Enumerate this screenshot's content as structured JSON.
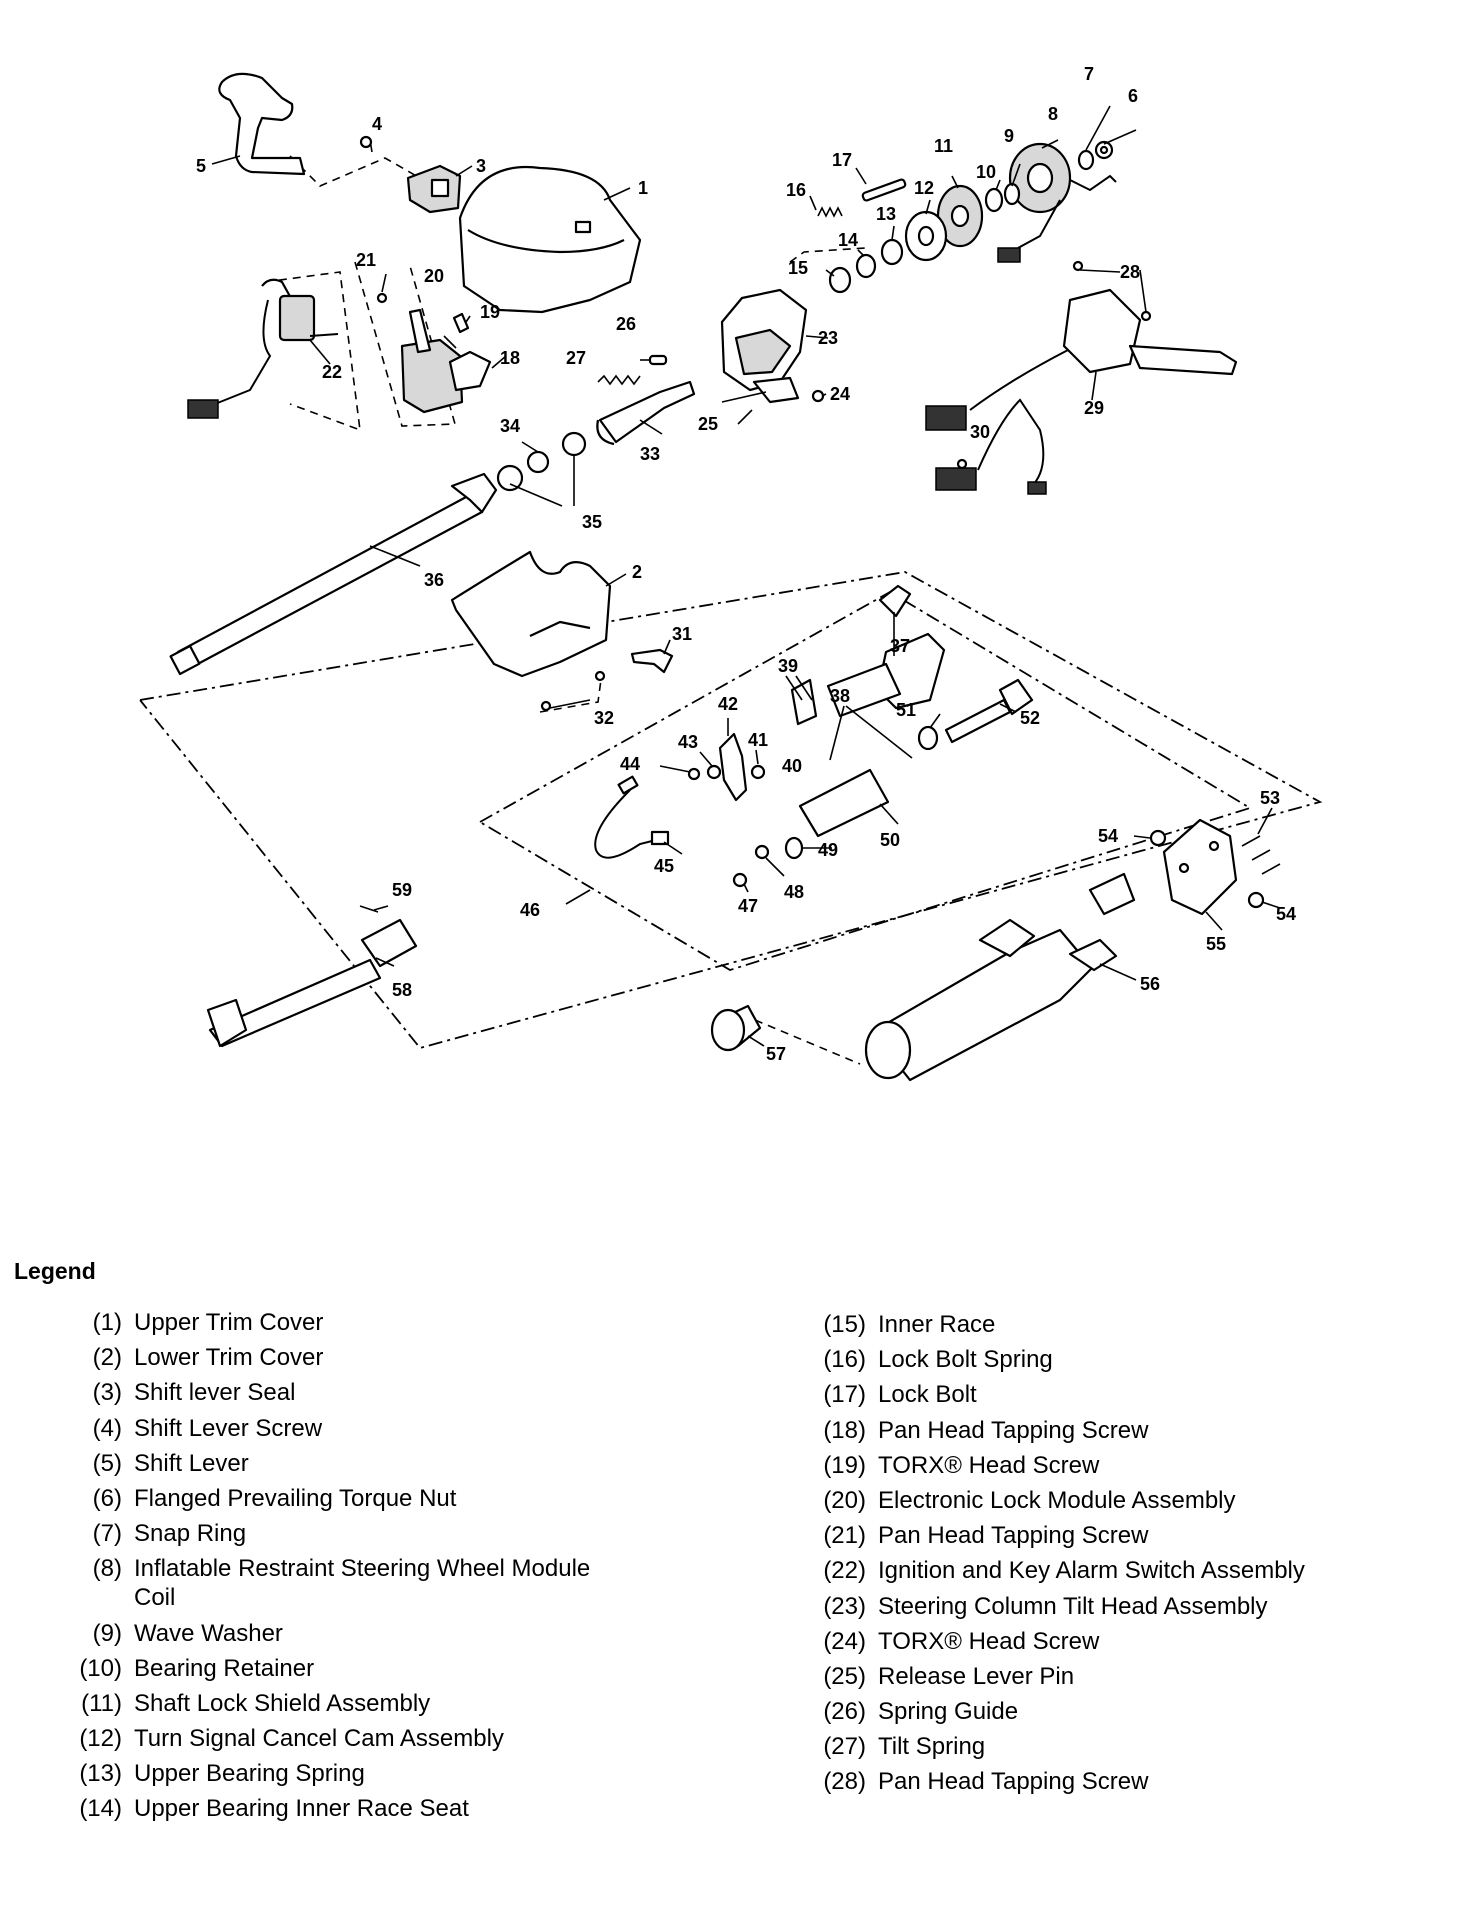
{
  "diagram": {
    "callouts": [
      "1",
      "2",
      "3",
      "4",
      "5",
      "6",
      "7",
      "8",
      "9",
      "10",
      "11",
      "12",
      "13",
      "14",
      "15",
      "16",
      "17",
      "18",
      "19",
      "20",
      "21",
      "22",
      "23",
      "24",
      "25",
      "26",
      "27",
      "28",
      "29",
      "30",
      "31",
      "32",
      "33",
      "34",
      "35",
      "36",
      "37",
      "38",
      "39",
      "40",
      "41",
      "42",
      "43",
      "44",
      "45",
      "46",
      "47",
      "48",
      "49",
      "50",
      "51",
      "52",
      "53",
      "54",
      "54",
      "55",
      "56",
      "57",
      "58",
      "59"
    ]
  },
  "legend": {
    "title": "Legend",
    "left": [
      {
        "num": "(1)",
        "name": "Upper Trim Cover"
      },
      {
        "num": "(2)",
        "name": "Lower Trim Cover"
      },
      {
        "num": "(3)",
        "name": "Shift lever Seal"
      },
      {
        "num": "(4)",
        "name": "Shift Lever Screw"
      },
      {
        "num": "(5)",
        "name": "Shift Lever"
      },
      {
        "num": "(6)",
        "name": "Flanged Prevailing Torque Nut"
      },
      {
        "num": "(7)",
        "name": "Snap Ring"
      },
      {
        "num": "(8)",
        "name": "Inflatable Restraint Steering Wheel Module Coil"
      },
      {
        "num": "(9)",
        "name": "Wave Washer"
      },
      {
        "num": "(10)",
        "name": "Bearing Retainer"
      },
      {
        "num": "(11)",
        "name": "Shaft Lock Shield Assembly"
      },
      {
        "num": "(12)",
        "name": "Turn Signal Cancel Cam Assembly"
      },
      {
        "num": "(13)",
        "name": "Upper Bearing Spring"
      },
      {
        "num": "(14)",
        "name": "Upper Bearing Inner Race Seat"
      }
    ],
    "right": [
      {
        "num": "(15)",
        "name": "Inner Race"
      },
      {
        "num": "(16)",
        "name": "Lock Bolt Spring"
      },
      {
        "num": "(17)",
        "name": "Lock Bolt"
      },
      {
        "num": "(18)",
        "name": "Pan Head Tapping Screw"
      },
      {
        "num": "(19)",
        "name": "TORX® Head Screw"
      },
      {
        "num": "(20)",
        "name": "Electronic Lock Module Assembly"
      },
      {
        "num": "(21)",
        "name": "Pan Head Tapping Screw"
      },
      {
        "num": "(22)",
        "name": "Ignition and Key Alarm Switch Assembly"
      },
      {
        "num": "(23)",
        "name": "Steering Column Tilt Head Assembly"
      },
      {
        "num": "(24)",
        "name": "TORX® Head Screw"
      },
      {
        "num": "(25)",
        "name": "Release Lever Pin"
      },
      {
        "num": "(26)",
        "name": "Spring Guide"
      },
      {
        "num": "(27)",
        "name": "Tilt Spring"
      },
      {
        "num": "(28)",
        "name": "Pan Head Tapping Screw"
      }
    ]
  }
}
